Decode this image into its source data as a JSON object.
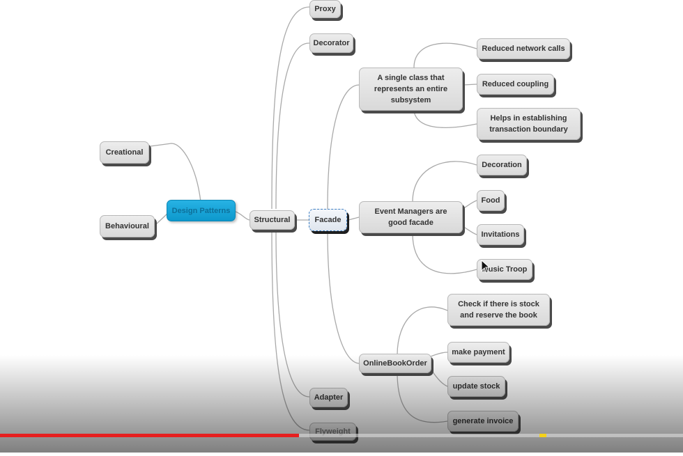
{
  "mindmap": {
    "root": "Design Patterns",
    "left_branches": [
      "Creational",
      "Behavioural"
    ],
    "structural": {
      "label": "Structural",
      "children": [
        "Proxy",
        "Decorator",
        "Facade",
        "Adapter",
        "Flyweight"
      ]
    },
    "facade": {
      "label": "Facade",
      "children": [
        {
          "label": "A single class that\nrepresents an entire\nsubsystem",
          "children": [
            "Reduced network calls",
            "Reduced coupling",
            "Helps in establishing\ntransaction boundary"
          ]
        },
        {
          "label": "Event Managers are\ngood facade",
          "children": [
            "Decoration",
            "Food",
            "Invitations",
            "Music Troop"
          ]
        },
        {
          "label": "OnlineBookOrder",
          "children": [
            "Check if there is stock\nand reserve the book",
            "make payment",
            "update stock",
            "generate invoice"
          ]
        }
      ]
    }
  },
  "video": {
    "progress": 0.438,
    "marker_position": 0.79,
    "progress_color": "#e61f1f",
    "marker_color": "#f5d21a"
  },
  "colors": {
    "root_fill": "#0d98cc",
    "node_fill": "#e3e3e3",
    "connector": "#a9a9a9",
    "selected_border": "#3d7fc4"
  }
}
